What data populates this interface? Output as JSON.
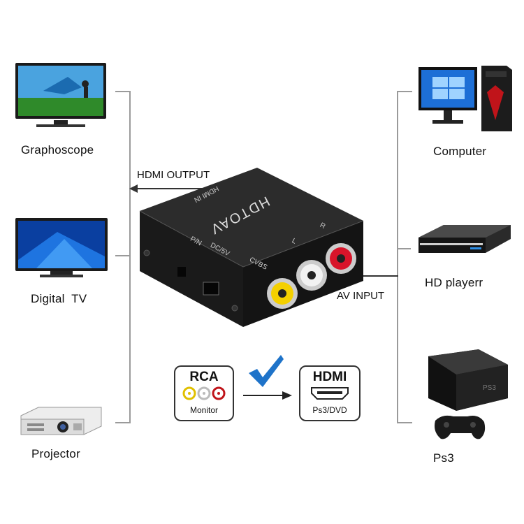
{
  "left_devices": [
    {
      "label": "Graphoscope",
      "icon": "tv-icon"
    },
    {
      "label": "Digital  TV",
      "icon": "tv-icon"
    },
    {
      "label": "Projector",
      "icon": "projector-icon"
    }
  ],
  "right_devices": [
    {
      "label": "Computer",
      "icon": "computer-icon"
    },
    {
      "label": "HD playerr",
      "icon": "dvd-player-icon"
    },
    {
      "label": "Ps3",
      "icon": "game-console-icon"
    }
  ],
  "arrows": {
    "output_label": "HDMI OUTPUT",
    "input_label": "AV INPUT"
  },
  "converter": {
    "top_text": "HDTOAV",
    "hdmi_in_text": "HDMI IN",
    "pn_text": "P/N",
    "dc_text": "DC/5V",
    "cvbs_text": "CVBS",
    "l_text": "L",
    "r_text": "R"
  },
  "diagram": {
    "rca_title": "RCA",
    "rca_sub": "Monitor",
    "hdmi_title": "HDMI",
    "hdmi_sub": "Ps3/DVD"
  },
  "colors": {
    "bracket": "#9a9a9a",
    "check": "#1e73c9",
    "device_body": "#1b1b1b"
  }
}
